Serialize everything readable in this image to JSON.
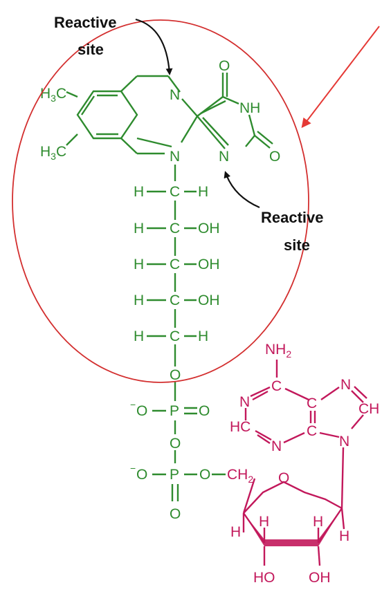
{
  "annotations": {
    "top_label_line1": "Reactive",
    "top_label_line2": "site",
    "right_label_line1": "Reactive",
    "right_label_line2": "site"
  },
  "flavin_atoms": {
    "methyl_top": "H",
    "methyl_top_sub": "3",
    "methyl_top_c": "C",
    "methyl_bot": "H",
    "methyl_bot_sub": "3",
    "methyl_bot_c": "C",
    "n5": "N",
    "n10": "N",
    "n1": "N",
    "n3h": "NH",
    "o4": "O",
    "o2": "O"
  },
  "ribityl_rows": [
    {
      "left": "H",
      "center": "C",
      "right": "H"
    },
    {
      "left": "H",
      "center": "C",
      "right": "OH"
    },
    {
      "left": "H",
      "center": "C",
      "right": "OH"
    },
    {
      "left": "H",
      "center": "C",
      "right": "OH"
    },
    {
      "left": "H",
      "center": "C",
      "right": "H"
    }
  ],
  "phosphate": {
    "o_link1": "O",
    "minus1": "−",
    "o_left1": "O",
    "p1": "P",
    "o_double1": "O",
    "o_link2": "O",
    "minus2": "−",
    "o_left2": "O",
    "p2": "P",
    "o_bottom2": "O",
    "o_right2": "O",
    "ch2_c": "CH",
    "ch2_sub": "2"
  },
  "adenosine": {
    "nh2": "NH",
    "nh2_sub": "2",
    "n1": "N",
    "c6": "C",
    "c5": "C",
    "n7": "N",
    "c8h": "CH",
    "hc2": "HC",
    "n3": "N",
    "c4": "C",
    "n9": "N",
    "ring_o": "O",
    "h1": "H",
    "h2": "H",
    "h3": "H",
    "h4": "H",
    "ho": "HO",
    "oh": "OH"
  },
  "colors": {
    "flavin": "#2e8b2e",
    "adenosine": "#c2185b",
    "circle": "#d32f2f",
    "arrow": "#e53935",
    "annotation": "#111111"
  }
}
